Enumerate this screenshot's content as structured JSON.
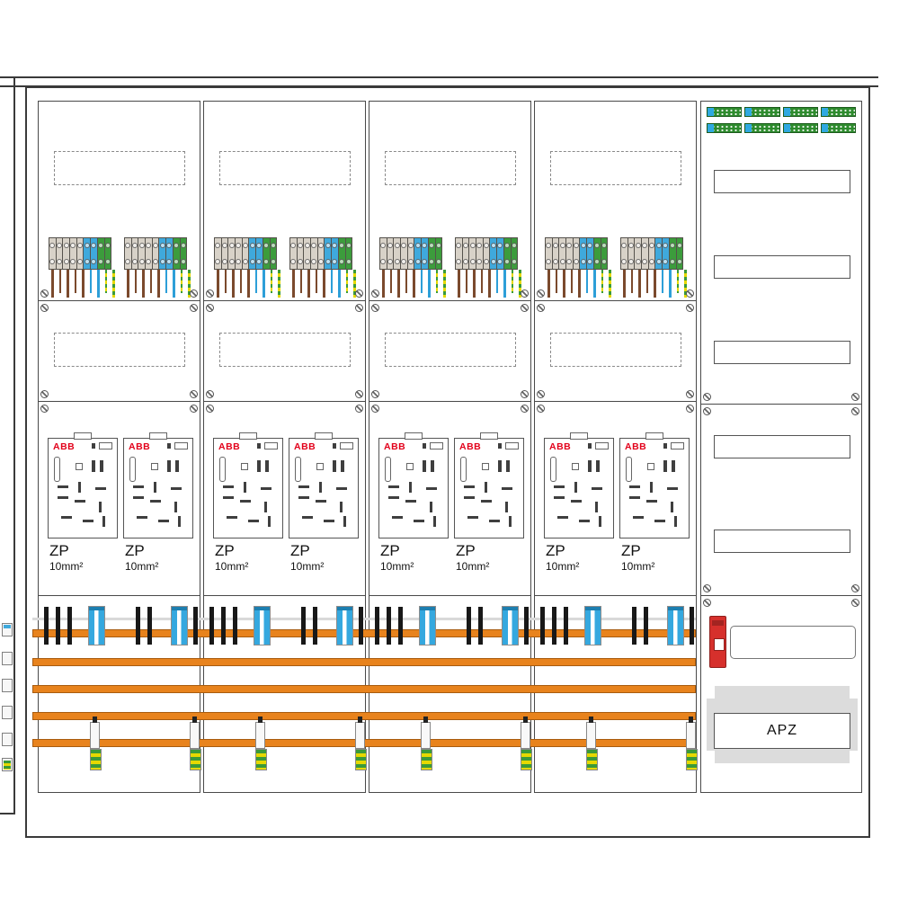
{
  "cabinet": {
    "fields": {
      "count": 4
    },
    "meter": {
      "brand": "ABB",
      "label": "ZP",
      "cross_section": "10mm²",
      "count": 8
    },
    "apz": {
      "label": "APZ"
    },
    "busbars": {
      "count": 5,
      "color": "#E8831D"
    },
    "colors": {
      "terminal_gray": "#D8D2C8",
      "terminal_blue": "#3FA9DC",
      "terminal_green": "#3C9C3C",
      "wire_brown": "#7B4A2D",
      "wire_blue": "#2D9FD8",
      "wire_green": "#3A9A3A",
      "wire_yellow": "#E6D800",
      "brand_red": "#E2001A",
      "component_red": "#D6302C",
      "apz_panel_gray": "#DCDCDC"
    }
  }
}
